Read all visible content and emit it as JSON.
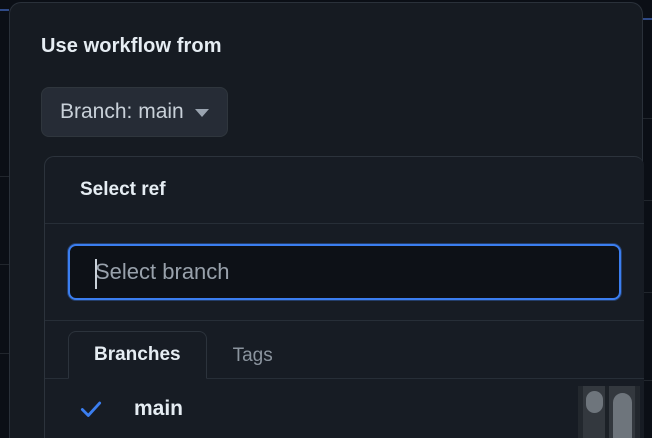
{
  "dialog": {
    "title": "Use workflow from",
    "branch_button": {
      "label": "Branch: main",
      "caret_icon": "chevron-down-icon"
    }
  },
  "ref_picker": {
    "header": "Select ref",
    "search": {
      "placeholder": "Select branch",
      "value": "",
      "focused": true
    },
    "tabs": [
      {
        "label": "Branches",
        "active": true
      },
      {
        "label": "Tags",
        "active": false
      }
    ],
    "items": [
      {
        "label": "main",
        "selected": true,
        "check_icon": "check-icon"
      }
    ]
  },
  "colors": {
    "accent_blue": "#3b7ef0",
    "dialog_bg": "#161b22",
    "panel_bg": "#171c24",
    "input_bg": "#0d1117",
    "text_primary": "#e6edf3",
    "text_muted": "#8b949e",
    "border": "#2c333c"
  },
  "scrollbars": {
    "vertical_left": "scrollbar-thumb",
    "vertical_right": "scrollbar-thumb"
  }
}
